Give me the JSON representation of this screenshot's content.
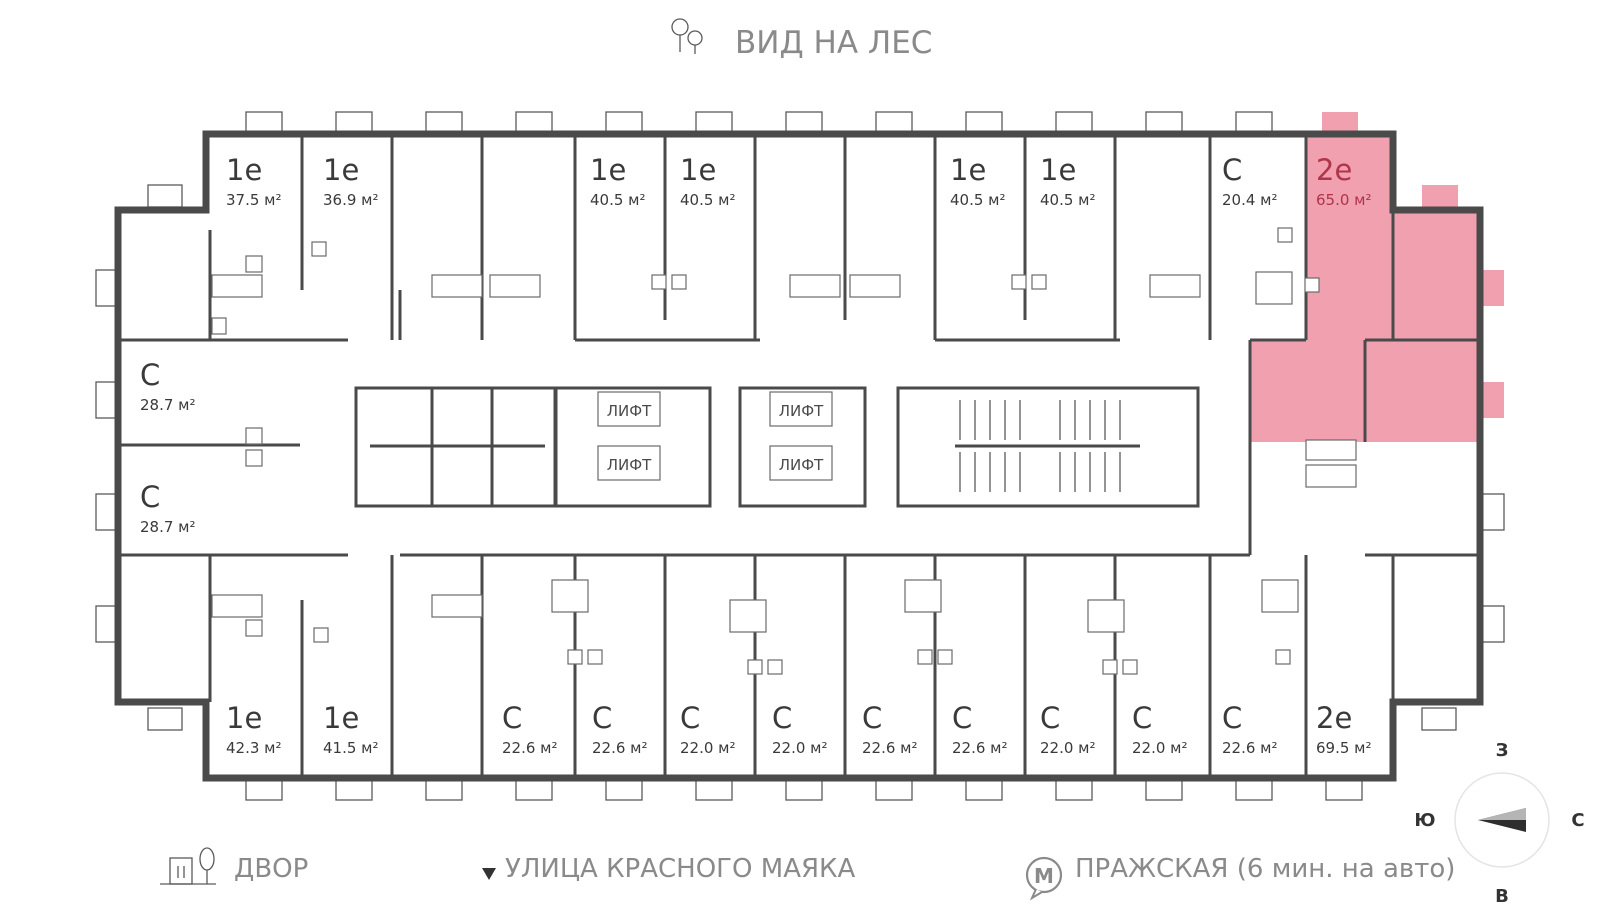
{
  "header": {
    "view_label": "ВИД НА ЛЕС"
  },
  "footer": {
    "yard_label": "ДВОР",
    "street_label": "УЛИЦА КРАСНОГО МАЯКА",
    "metro_letter": "M",
    "metro_label": "ПРАЖСКАЯ (6 мин. на авто)"
  },
  "compass": {
    "north": "З",
    "south": "В",
    "west": "Ю",
    "east": "С"
  },
  "elevators": [
    "ЛИФТ",
    "ЛИФТ",
    "ЛИФТ",
    "ЛИФТ"
  ],
  "units": [
    {
      "type": "1е",
      "area": "37.5 м²"
    },
    {
      "type": "1е",
      "area": "36.9 м²"
    },
    {
      "type": "1е",
      "area": "40.5 м²"
    },
    {
      "type": "1е",
      "area": "40.5 м²"
    },
    {
      "type": "1е",
      "area": "40.5 м²"
    },
    {
      "type": "1е",
      "area": "40.5 м²"
    },
    {
      "type": "С",
      "area": "20.4 м²"
    },
    {
      "type": "2е",
      "area": "65.0 м²",
      "selected": true
    },
    {
      "type": "С",
      "area": "28.7 м²"
    },
    {
      "type": "С",
      "area": "28.7 м²"
    },
    {
      "type": "1е",
      "area": "42.3 м²"
    },
    {
      "type": "1е",
      "area": "41.5 м²"
    },
    {
      "type": "С",
      "area": "22.6 м²"
    },
    {
      "type": "С",
      "area": "22.6 м²"
    },
    {
      "type": "С",
      "area": "22.0 м²"
    },
    {
      "type": "С",
      "area": "22.0 м²"
    },
    {
      "type": "С",
      "area": "22.6 м²"
    },
    {
      "type": "С",
      "area": "22.6 м²"
    },
    {
      "type": "С",
      "area": "22.0 м²"
    },
    {
      "type": "С",
      "area": "22.0 м²"
    },
    {
      "type": "С",
      "area": "22.6 м²"
    },
    {
      "type": "2е",
      "area": "69.5 м²"
    }
  ],
  "colors": {
    "selected_fill": "#f0a0ae",
    "selected_text": "#b0344a",
    "wall": "#4a4a4a",
    "label_gray": "#8a8a8a"
  },
  "icons": [
    "tree-icon",
    "playground-icon",
    "triangle-down-icon",
    "metro-icon",
    "compass-arrow-icon"
  ]
}
